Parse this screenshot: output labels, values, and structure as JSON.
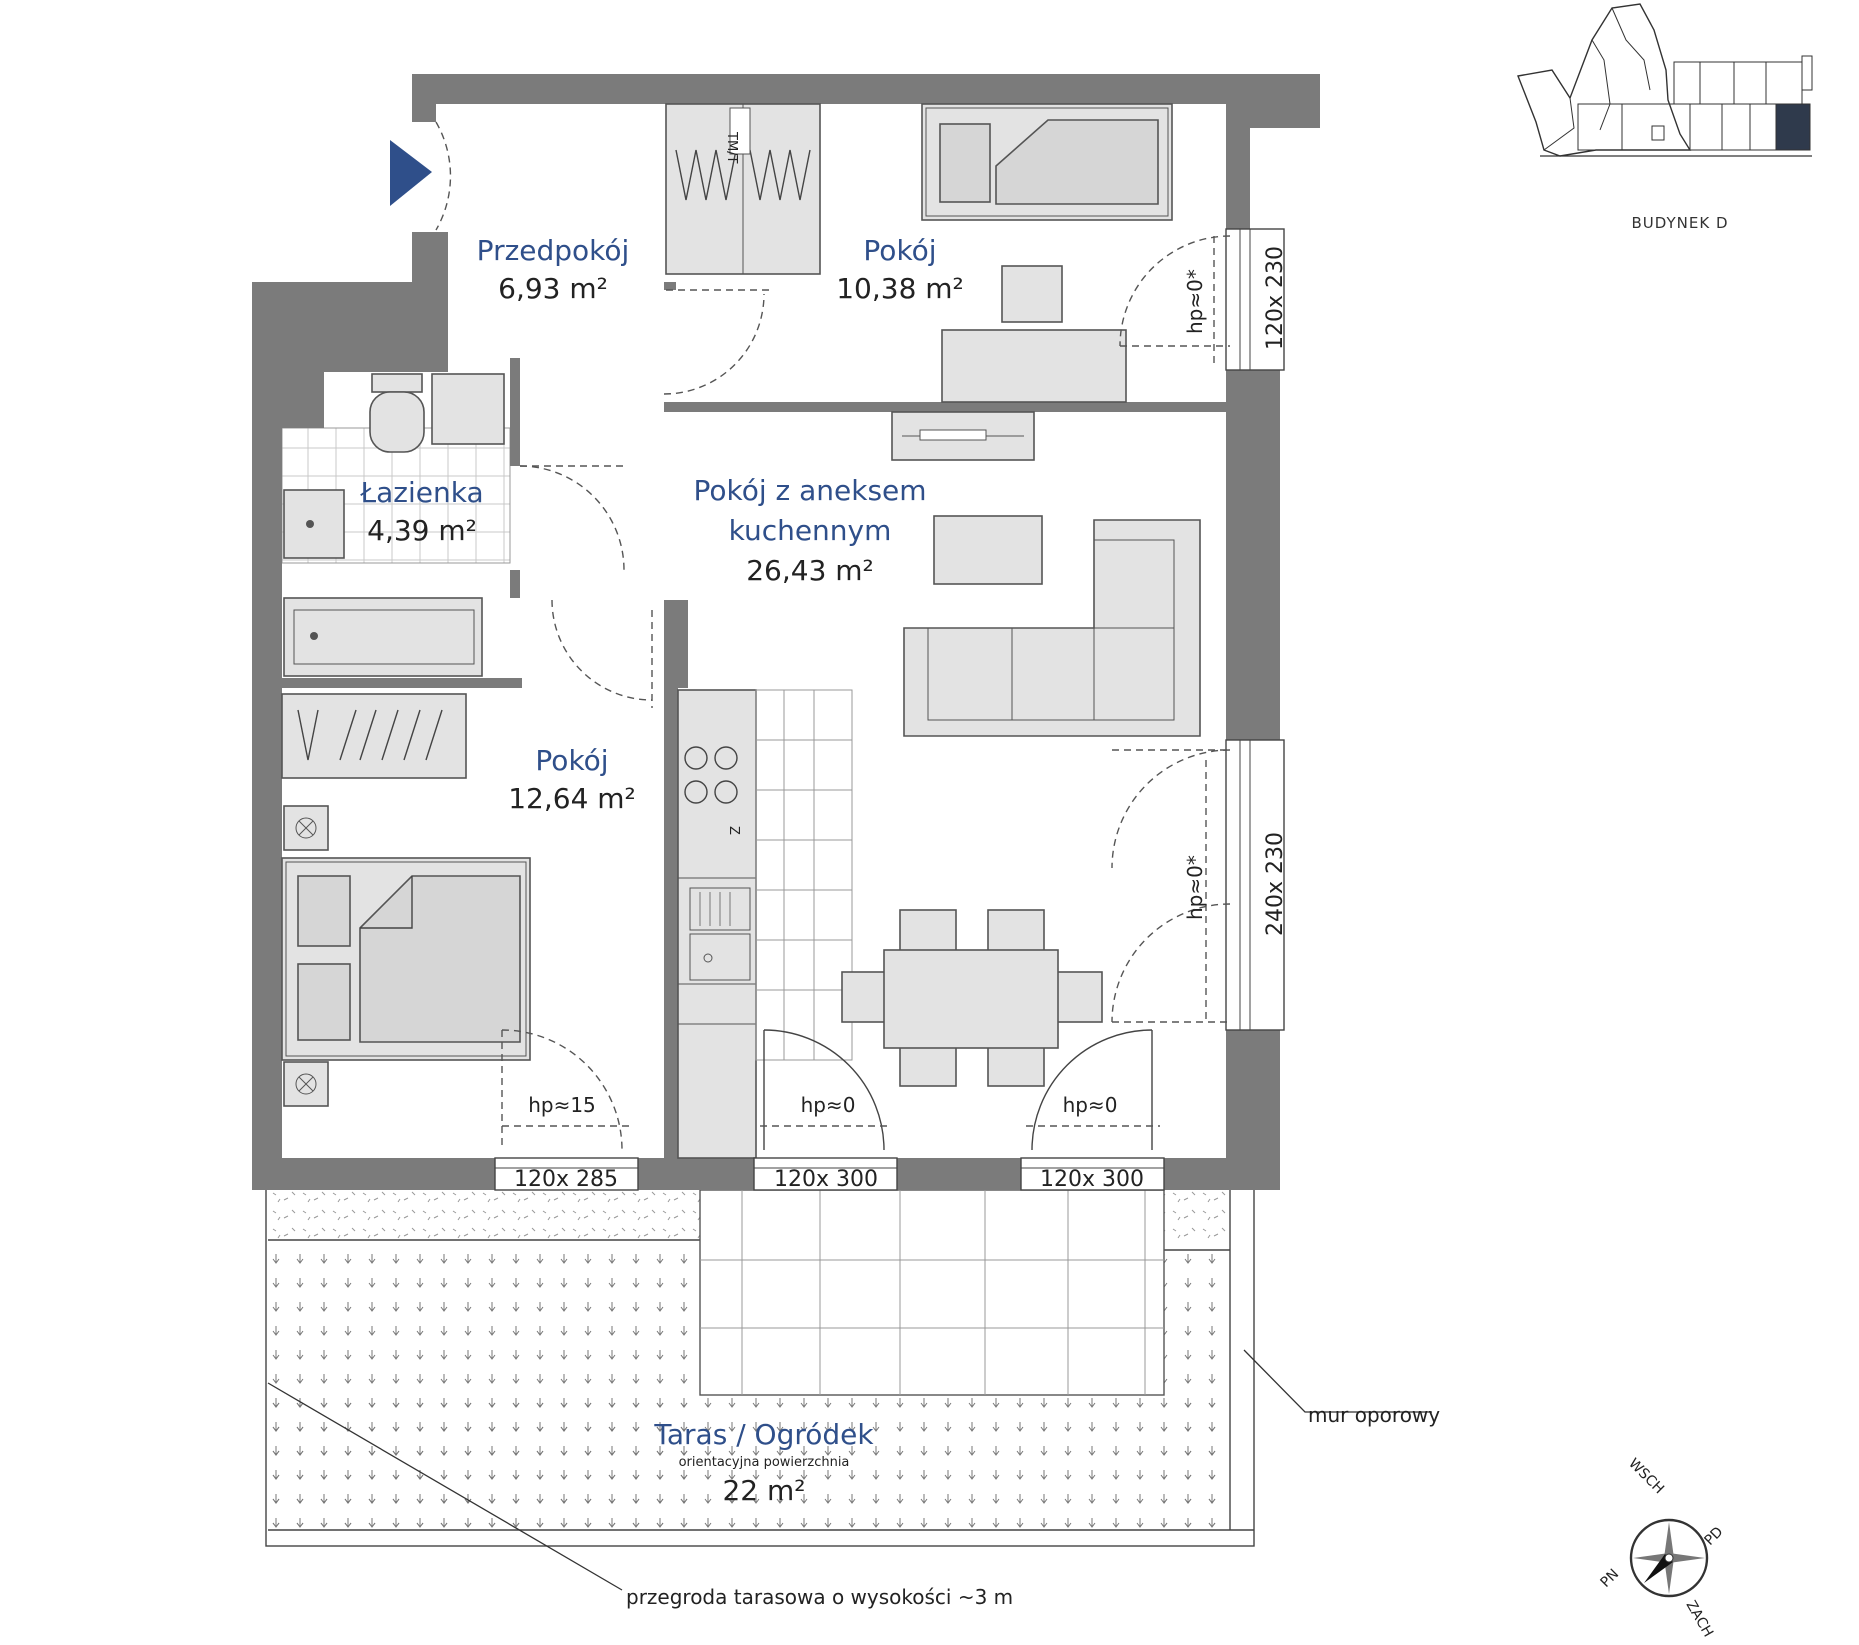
{
  "rooms": {
    "przedpokoj": {
      "name": "Przedpokój",
      "area": "6,93 m²"
    },
    "pokoj_top": {
      "name": "Pokój",
      "area": "10,38 m²"
    },
    "lazienka": {
      "name": "Łazienka",
      "area": "4,39 m²"
    },
    "salon": {
      "name_line1": "Pokój z aneksem",
      "name_line2": "kuchennym",
      "area": "26,43 m²"
    },
    "pokoj_left": {
      "name": "Pokój",
      "area": "12,64 m²"
    },
    "taras": {
      "name": "Taras / Ogródek",
      "subtitle": "orientacyjna powierzchnia",
      "area": "22 m²"
    }
  },
  "windows": {
    "top_right": "120x 230",
    "mid_right": "240x 230",
    "bottom_1": "120x 285",
    "bottom_2": "120x 300",
    "bottom_3": "120x 300"
  },
  "sill_heights": {
    "top_right": "hp≈0*",
    "mid_right": "hp≈0*",
    "bottom_1": "hp≈15",
    "bottom_2": "hp≈0",
    "bottom_3": "hp≈0"
  },
  "symbols": {
    "wardrobe": "TM/T",
    "fridge": "Z"
  },
  "notes": {
    "retaining_wall": "mur oporowy",
    "terrace_partition": "przegroda tarasowa o wysokości ~3 m"
  },
  "keyplan": {
    "building": "BUDYNEK D"
  },
  "compass": {
    "north": "PN",
    "east": "WSCH",
    "south": "PD",
    "west": "ZACH"
  },
  "colors": {
    "room_label": "#2f4f8a",
    "entrance_arrow": "#2f4f8a",
    "wall": "#7b7b7b",
    "highlight_unit": "#2f3a4c"
  }
}
